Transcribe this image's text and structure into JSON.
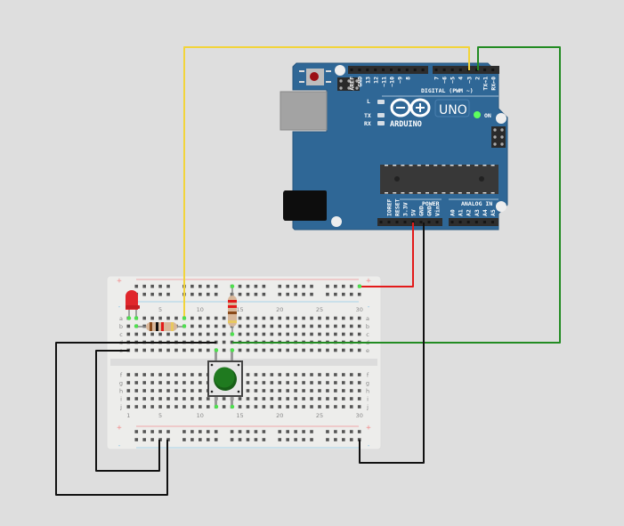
{
  "arduino": {
    "brand": "ARDUINO",
    "model": "UNO",
    "on_label": "ON",
    "led_labels": [
      "L",
      "TX",
      "RX"
    ],
    "digital_title": "DIGITAL (PWM ~)",
    "digital_pins": [
      "AREF",
      "GND",
      "13",
      "12",
      "~11",
      "~10",
      "~9",
      "8",
      "7",
      "~6",
      "~5",
      "4",
      "~3",
      "2",
      "TX→1",
      "RX←0"
    ],
    "power_title": "POWER",
    "power_pins": [
      "IOREF",
      "RESET",
      "3.3V",
      "5V",
      "GND",
      "GND",
      "Vin"
    ],
    "analog_title": "ANALOG IN",
    "analog_pins": [
      "A0",
      "A1",
      "A2",
      "A3",
      "A4",
      "A5"
    ],
    "board_color": "#2f6796",
    "on_led_color": "#5dff5d"
  },
  "breadboard": {
    "top_numbers": [
      "5",
      "10",
      "15",
      "20",
      "25",
      "30"
    ],
    "bottom_numbers": [
      "1",
      "5",
      "10",
      "15",
      "20",
      "25",
      "30"
    ],
    "rows_top": [
      "a",
      "b",
      "c",
      "d",
      "e"
    ],
    "rows_bottom": [
      "f",
      "g",
      "h",
      "i",
      "j"
    ],
    "plus": "+",
    "minus": "-"
  },
  "components": {
    "led_color": "#e0262b",
    "button_color": "#1f7a1f"
  },
  "wires": {
    "yellow": "#f2d43a",
    "green": "#228b22",
    "red": "#e31a1a",
    "black": "#111111"
  }
}
